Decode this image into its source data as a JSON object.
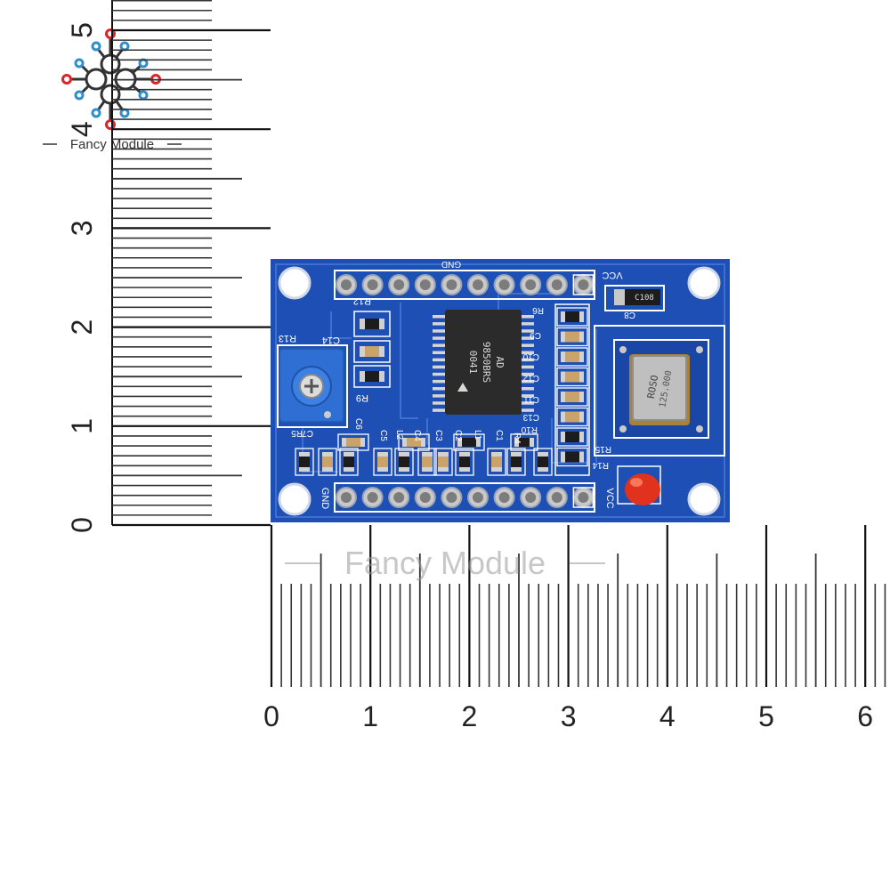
{
  "brand": {
    "logo_text": "Fancy Module",
    "watermark": "Fancy Module",
    "logo_colors": {
      "red": "#d9262c",
      "blue": "#2e8fcb",
      "dark": "#333333"
    }
  },
  "rulers": {
    "vertical_ticks": [
      "0",
      "1",
      "2",
      "3",
      "4",
      "5"
    ],
    "horizontal_ticks": [
      "0",
      "1",
      "2",
      "3",
      "4",
      "5",
      "6"
    ],
    "units_per_label": 10
  },
  "board": {
    "color": "#1d4fb5",
    "top_header_label_gnd": "GND",
    "top_header_label_vcc": "VCC",
    "bottom_header_label_gnd": "GND",
    "bottom_header_label_vcc": "VCC",
    "pins_per_header": 10,
    "chip": {
      "line1": "AD",
      "line2": "9850BRS",
      "line3": "0041"
    },
    "oscillator": {
      "line1": "ROSO",
      "line2": "125.000"
    },
    "labels": {
      "r12": "R12",
      "r13": "R13",
      "c14": "C14",
      "r9": "R9",
      "c6": "C6",
      "c7": "C7",
      "r5": "R5",
      "c5": "C5",
      "l2": "L2",
      "c4": "C4",
      "c3": "C3",
      "c2": "C2",
      "l1": "L1",
      "c1": "C1",
      "r4": "R4",
      "r10": "R10",
      "r6": "R6",
      "c9": "C9",
      "c10": "C10",
      "c12": "C12",
      "c11": "C11",
      "c13": "C13",
      "r15": "R15",
      "r14": "R14",
      "c8": "C8",
      "c108": "C108"
    },
    "led_color": "#e0321c",
    "pot_color": "#2f6fd3"
  }
}
